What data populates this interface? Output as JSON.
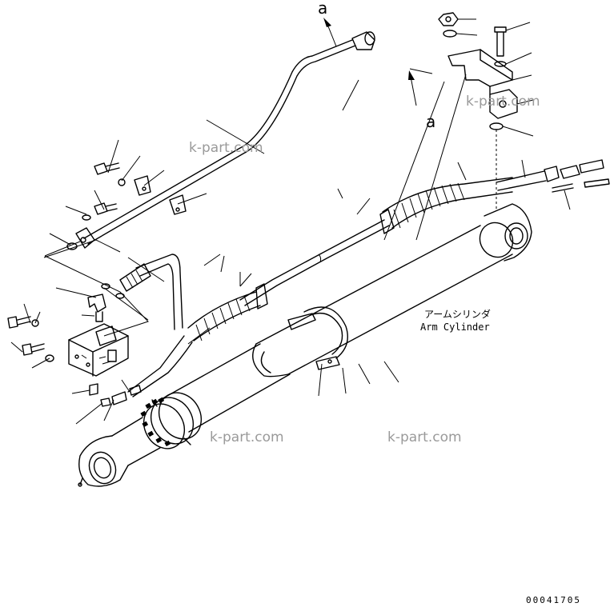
{
  "diagram": {
    "part_name_jp": "アームシリンダ",
    "part_name_en": "Arm Cylinder",
    "reference_letter_1": "a",
    "reference_letter_2": "a",
    "watermarks": [
      "k-part.com",
      "k-part.com",
      "k-part.com",
      "k-part.com"
    ],
    "document_number": "00041705"
  }
}
